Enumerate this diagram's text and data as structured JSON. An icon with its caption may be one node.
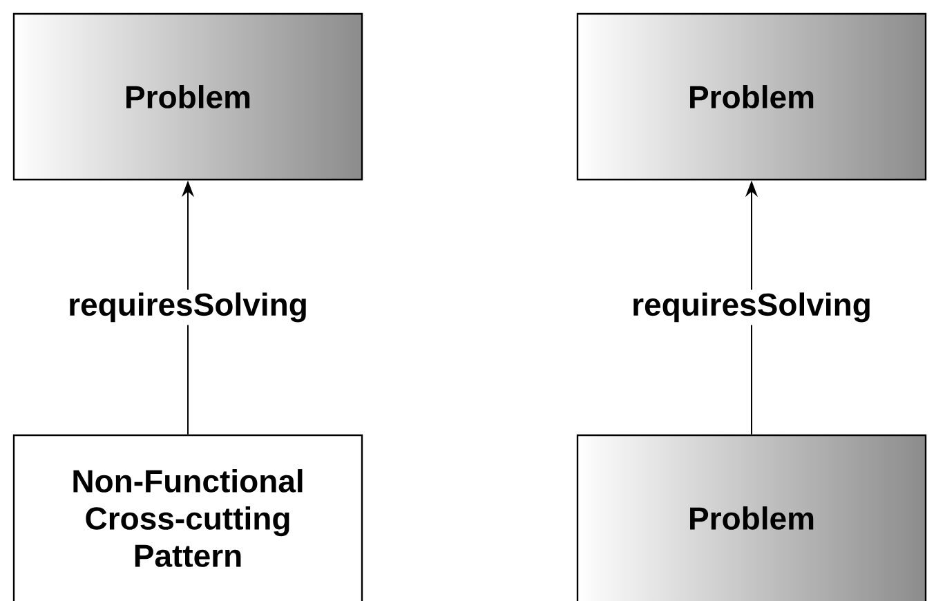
{
  "diagram": {
    "nodes": [
      {
        "text": [
          "Problem"
        ]
      },
      {
        "text": [
          "Non-Functional Cross-cutting Pattern"
        ]
      },
      {
        "text": [
          "Problem"
        ]
      },
      {
        "text": [
          "Problem"
        ]
      }
    ],
    "edges": [
      {
        "from": 1,
        "to": 0,
        "arrow": "to",
        "label": "requiresSolving"
      },
      {
        "from": 3,
        "to": 2,
        "arrow": "to",
        "label": "requiresSolving"
      }
    ]
  }
}
